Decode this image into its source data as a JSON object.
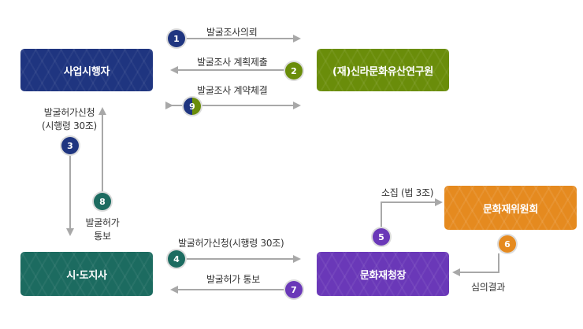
{
  "nodes": {
    "developer": "사업시행자",
    "institute": "(재)신라문화유산연구원",
    "provincial_office": "시·도지사",
    "heritage_admin": "문화재청장",
    "heritage_committee": "문화재위원회"
  },
  "steps": [
    {
      "num": "1",
      "label": "발굴조사의뢰",
      "color": "#1f3580"
    },
    {
      "num": "2",
      "label": "발굴조사 계획제출",
      "color": "#6a8d0a"
    },
    {
      "num": "3",
      "label_line1": "발굴허가신청",
      "label_line2": "(시행령 30조)",
      "color": "#1f3580"
    },
    {
      "num": "4",
      "label": "발굴허가신청(시행령 30조)",
      "color": "#1c6b60"
    },
    {
      "num": "5",
      "label": "소집 (법 3조)",
      "color": "#6a38b8"
    },
    {
      "num": "6",
      "label": "심의결과",
      "color": "#e58a1f"
    },
    {
      "num": "7",
      "label": "발굴허가 통보",
      "color": "#6a38b8"
    },
    {
      "num": "8",
      "label_line1": "발굴허가",
      "label_line2": "통보",
      "color": "#1c6b60"
    },
    {
      "num": "9",
      "label": "발굴조사 계약체결",
      "color_left": "#1f3580",
      "color_right": "#6a8d0a"
    }
  ],
  "colors": {
    "arrow": "#a8a8a8"
  }
}
